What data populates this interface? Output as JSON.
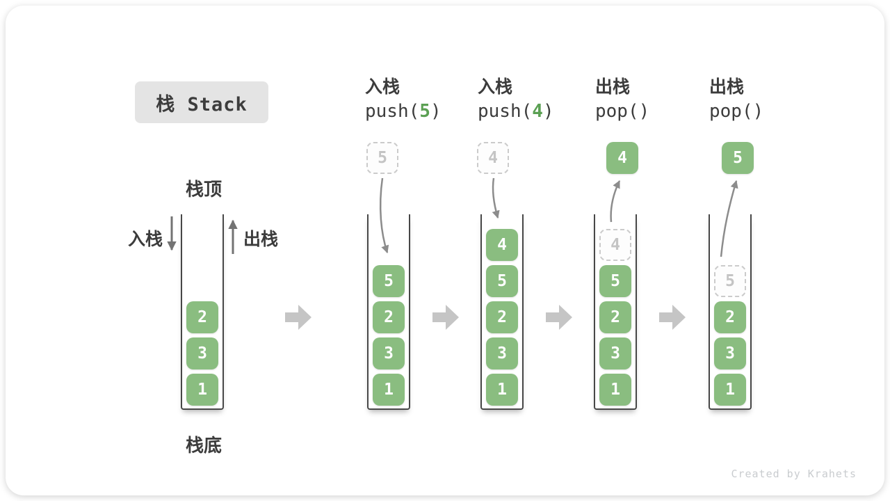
{
  "title": {
    "label": "栈 Stack"
  },
  "legend": {
    "top_label": "栈顶",
    "bottom_label": "栈底",
    "push_label": "入栈",
    "pop_label": "出栈"
  },
  "initial_stack": {
    "items": [
      {
        "value": "2"
      },
      {
        "value": "3"
      },
      {
        "value": "1"
      }
    ]
  },
  "steps": [
    {
      "action": "入栈",
      "code_prefix": "push(",
      "code_arg": "5",
      "code_suffix": ")",
      "floating": {
        "value": "5",
        "variant": "dashed"
      },
      "stack": [
        {
          "value": "5"
        },
        {
          "value": "2"
        },
        {
          "value": "3"
        },
        {
          "value": "1"
        }
      ]
    },
    {
      "action": "入栈",
      "code_prefix": "push(",
      "code_arg": "4",
      "code_suffix": ")",
      "floating": {
        "value": "4",
        "variant": "dashed"
      },
      "stack": [
        {
          "value": "4"
        },
        {
          "value": "5"
        },
        {
          "value": "2"
        },
        {
          "value": "3"
        },
        {
          "value": "1"
        }
      ]
    },
    {
      "action": "出栈",
      "code_prefix": "pop(",
      "code_arg": "",
      "code_suffix": ")",
      "floating": {
        "value": "4",
        "variant": "solid"
      },
      "stack": [
        {
          "value": "4",
          "variant": "ghost"
        },
        {
          "value": "5"
        },
        {
          "value": "2"
        },
        {
          "value": "3"
        },
        {
          "value": "1"
        }
      ]
    },
    {
      "action": "出栈",
      "code_prefix": "pop(",
      "code_arg": "",
      "code_suffix": ")",
      "floating": {
        "value": "5",
        "variant": "solid"
      },
      "stack": [
        {
          "value": "5",
          "variant": "ghost"
        },
        {
          "value": "2"
        },
        {
          "value": "3"
        },
        {
          "value": "1"
        }
      ]
    }
  ],
  "watermark": "Created by Krahets",
  "colors": {
    "green": "#8ABD80",
    "green_text": "#5BA053",
    "arrow_gray": "#8C8C8C",
    "arrow_dark": "#737373",
    "chevron": "#C5C5C5",
    "text_dark": "#3C3C3C",
    "ghost_border": "#CBCBCB",
    "ghost_text": "#C4C4C4",
    "ghost_bg": "#FDFDFD",
    "badge_bg": "#E4E4E4",
    "container_border": "#474747",
    "watermark": "#C9CCCF",
    "card_bg": "#FFFFFF",
    "page_bg": "#FFFFFF"
  }
}
